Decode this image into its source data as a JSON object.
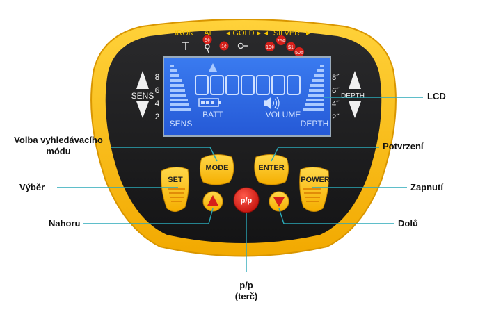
{
  "panel": {
    "categories": {
      "iron": "IRON",
      "al": "AL",
      "gold": "GOLD",
      "silver": "SILVER"
    },
    "coins": {
      "c5": "5¢",
      "c1": "1¢",
      "c10": "10¢",
      "c25": "25¢",
      "d1": "$1",
      "c50": "50¢"
    },
    "sens_label": "SENS",
    "depth_label": "DEPTH",
    "left_scale": [
      "8",
      "6",
      "4",
      "2"
    ],
    "right_scale": [
      "8˝",
      "6˝",
      "4˝",
      "2˝"
    ]
  },
  "lcd": {
    "sens": "SENS",
    "batt": "BATT",
    "volume": "VOLUME",
    "depth": "DEPTH"
  },
  "buttons": {
    "mode": "MODE",
    "enter": "ENTER",
    "set": "SET",
    "power": "POWER",
    "pp": "p/p"
  },
  "callouts": {
    "lcd": "LCD",
    "mode_line1": "Volba vyhledávacího",
    "mode_line2": "módu",
    "enter": "Potvrzení",
    "set": "Výběr",
    "power": "Zapnutí",
    "up": "Nahoru",
    "down": "Dolů",
    "pp_line1": "p/p",
    "pp_line2": "(terč)"
  },
  "colors": {
    "housing": "#f5b400",
    "face": "#1b1b1d",
    "lcd": "#2f6ee8",
    "lcd_segment": "#a9c9ff",
    "button_yellow": "#ffc21a",
    "button_red": "#e8221c",
    "coin_red": "#d6201a"
  }
}
